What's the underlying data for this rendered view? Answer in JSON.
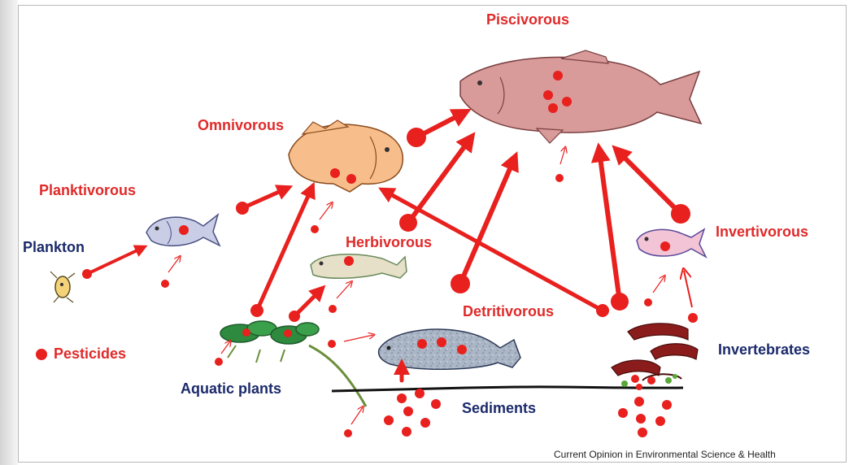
{
  "labels": {
    "piscivorous": "Piscivorous",
    "omnivorous": "Omnivorous",
    "planktivorous": "Planktivorous",
    "plankton": "Plankton",
    "herbivorous": "Herbivorous",
    "invertivorous": "Invertivorous",
    "detritivorous": "Detritivorous",
    "pesticides": "Pesticides",
    "invertebrates": "Invertebrates",
    "aquatic_plants": "Aquatic plants",
    "sediments": "Sediments"
  },
  "credit": "Current Opinion in Environmental Science & Health",
  "colors": {
    "pesticide_red": "#e8201e",
    "label_red": "#e02a2a",
    "label_navy": "#1b2a6b",
    "piscivorous_fish": "#d99a9a",
    "omnivorous_fish": "#f7be8c",
    "planktivorous_fish": "#c9cde6",
    "herbivorous_fish": "#e6e0c9",
    "detritivorous_fish": "#a9b4c4",
    "invertivorous_fish": "#f2c4d6"
  }
}
